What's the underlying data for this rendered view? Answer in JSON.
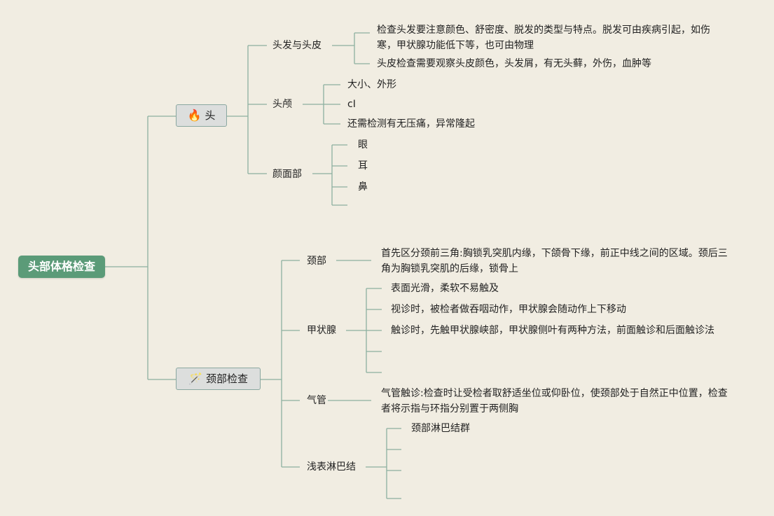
{
  "root": {
    "label": "头部体格检查"
  },
  "head": {
    "label": "头",
    "icon": "🔥",
    "hair": {
      "label": "头发与头皮",
      "items": [
        "检查头发要注意颜色、舒密度、脱发的类型与特点。脱发可由疾病引起，如伤寒，甲状腺功能低下等，也可由物理",
        "头皮检查需要观察头皮颜色，头发屑，有无头藓，外伤，血肿等"
      ]
    },
    "skull": {
      "label": "头颅",
      "items": [
        "大小、外形",
        "cI",
        "还需检测有无压痛，异常隆起"
      ]
    },
    "face": {
      "label": "颜面部",
      "items": [
        "眼",
        "耳",
        "鼻",
        ""
      ]
    }
  },
  "neck": {
    "label": "颈部检查",
    "icon": "🪄",
    "region": {
      "label": "颈部",
      "items": [
        "首先区分颈前三角:胸锁乳突肌内缘，下颌骨下缘，前正中线之间的区域。颈后三角为胸锁乳突肌的后缘，锁骨上"
      ]
    },
    "thyroid": {
      "label": "甲状腺",
      "items": [
        "表面光滑，柔软不易触及",
        "视诊时，被检者做吞咽动作，甲状腺会随动作上下移动",
        "触诊时，先触甲状腺峡部，甲状腺侧叶有两种方法，前面触诊和后面触诊法",
        "",
        ""
      ]
    },
    "trachea": {
      "label": "气管",
      "items": [
        "气管触诊:检查时让受检者取舒适坐位或仰卧位，使颈部处于自然正中位置，检查者将示指与环指分别置于两侧胸"
      ]
    },
    "lymph": {
      "label": "浅表淋巴结",
      "items": [
        "颈部淋巴结群",
        "",
        ""
      ]
    }
  },
  "colors": {
    "line": "#8cb0a0",
    "root": "#5b9b78",
    "branch_fill": "#dcdedd"
  }
}
